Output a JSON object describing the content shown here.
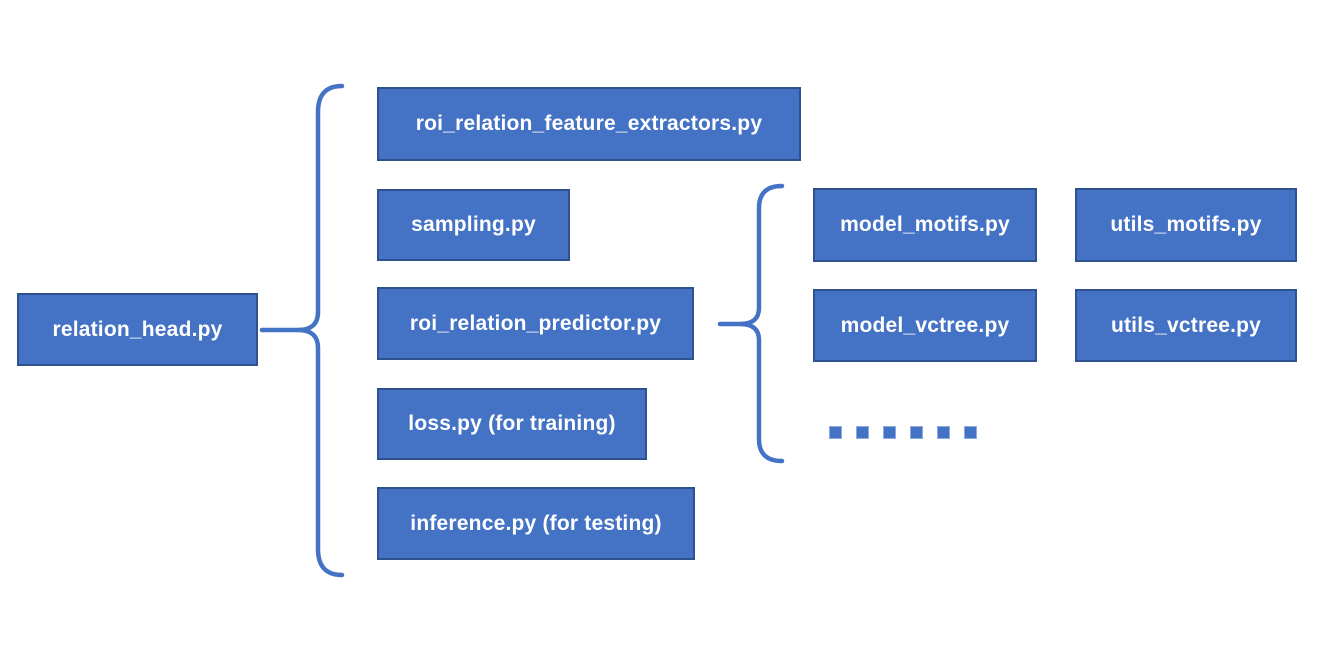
{
  "diagram": {
    "root": {
      "label": "relation_head.py"
    },
    "children": [
      {
        "label": "roi_relation_feature_extractors.py"
      },
      {
        "label": "sampling.py"
      },
      {
        "label": "roi_relation_predictor.py"
      },
      {
        "label": "loss.py (for training)"
      },
      {
        "label": "inference.py (for testing)"
      }
    ],
    "grandchildren": [
      {
        "label": "model_motifs.py"
      },
      {
        "label": "utils_motifs.py"
      },
      {
        "label": "model_vctree.py"
      },
      {
        "label": "utils_vctree.py"
      }
    ],
    "ellipsis": {
      "dot_count": 6
    },
    "colors": {
      "box_fill": "#4472C4",
      "box_border": "#2F528F",
      "box_text": "#FFFFFF",
      "brace": "#4472C4",
      "background": "#FFFFFF"
    }
  }
}
